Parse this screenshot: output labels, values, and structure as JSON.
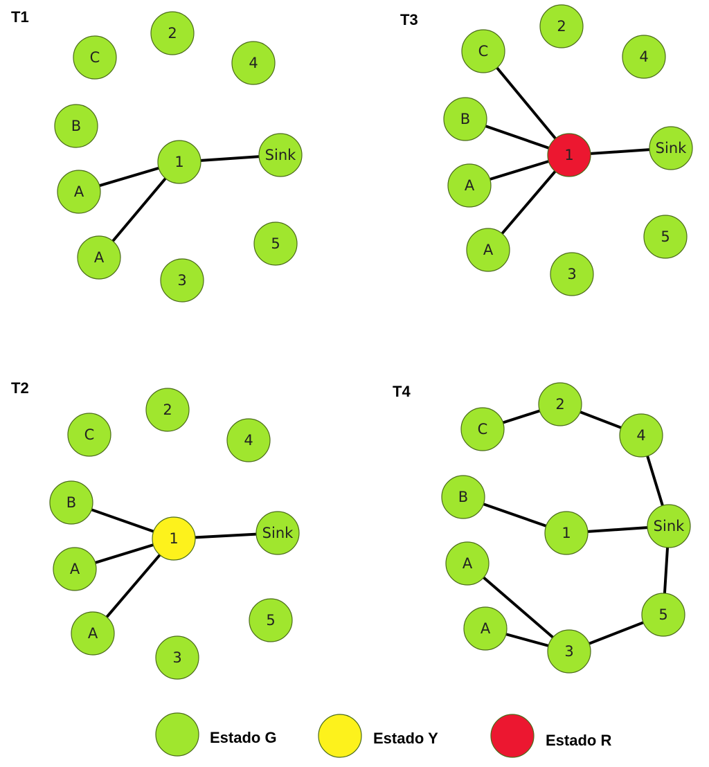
{
  "colors": {
    "G": "#a0e62e",
    "Y": "#fdf21c",
    "R": "#ec1730",
    "edge": "#000000"
  },
  "panels": [
    {
      "title": "T1",
      "nodes": [
        {
          "label": "C",
          "state": "G"
        },
        {
          "label": "2",
          "state": "G"
        },
        {
          "label": "4",
          "state": "G"
        },
        {
          "label": "B",
          "state": "G"
        },
        {
          "label": "1",
          "state": "G"
        },
        {
          "label": "Sink",
          "state": "G"
        },
        {
          "label": "A",
          "state": "G"
        },
        {
          "label": "A",
          "state": "G"
        },
        {
          "label": "5",
          "state": "G"
        },
        {
          "label": "3",
          "state": "G"
        }
      ],
      "edges": [
        [
          4,
          5
        ],
        [
          6,
          4
        ],
        [
          7,
          4
        ]
      ]
    },
    {
      "title": "T3",
      "nodes": [
        {
          "label": "2",
          "state": "G"
        },
        {
          "label": "C",
          "state": "G"
        },
        {
          "label": "4",
          "state": "G"
        },
        {
          "label": "B",
          "state": "G"
        },
        {
          "label": "1",
          "state": "R"
        },
        {
          "label": "Sink",
          "state": "G"
        },
        {
          "label": "A",
          "state": "G"
        },
        {
          "label": "5",
          "state": "G"
        },
        {
          "label": "A",
          "state": "G"
        },
        {
          "label": "3",
          "state": "G"
        }
      ],
      "edges": [
        [
          1,
          4
        ],
        [
          3,
          4
        ],
        [
          6,
          4
        ],
        [
          8,
          4
        ],
        [
          4,
          5
        ]
      ]
    },
    {
      "title": "T2",
      "nodes": [
        {
          "label": "2",
          "state": "G"
        },
        {
          "label": "C",
          "state": "G"
        },
        {
          "label": "4",
          "state": "G"
        },
        {
          "label": "B",
          "state": "G"
        },
        {
          "label": "1",
          "state": "Y"
        },
        {
          "label": "Sink",
          "state": "G"
        },
        {
          "label": "A",
          "state": "G"
        },
        {
          "label": "5",
          "state": "G"
        },
        {
          "label": "A",
          "state": "G"
        },
        {
          "label": "3",
          "state": "G"
        }
      ],
      "edges": [
        [
          3,
          4
        ],
        [
          6,
          4
        ],
        [
          8,
          4
        ],
        [
          4,
          5
        ]
      ]
    },
    {
      "title": "T4",
      "nodes": [
        {
          "label": "2",
          "state": "G"
        },
        {
          "label": "C",
          "state": "G"
        },
        {
          "label": "4",
          "state": "G"
        },
        {
          "label": "B",
          "state": "G"
        },
        {
          "label": "1",
          "state": "G"
        },
        {
          "label": "Sink",
          "state": "G"
        },
        {
          "label": "A",
          "state": "G"
        },
        {
          "label": "5",
          "state": "G"
        },
        {
          "label": "A",
          "state": "G"
        },
        {
          "label": "3",
          "state": "G"
        }
      ],
      "edges": [
        [
          1,
          0
        ],
        [
          0,
          2
        ],
        [
          2,
          5
        ],
        [
          3,
          4
        ],
        [
          4,
          5
        ],
        [
          5,
          7
        ],
        [
          7,
          9
        ],
        [
          6,
          9
        ],
        [
          8,
          9
        ]
      ]
    }
  ],
  "legend": [
    {
      "label": "Estado G",
      "state": "G"
    },
    {
      "label": "Estado Y",
      "state": "Y"
    },
    {
      "label": "Estado R",
      "state": "R"
    }
  ]
}
